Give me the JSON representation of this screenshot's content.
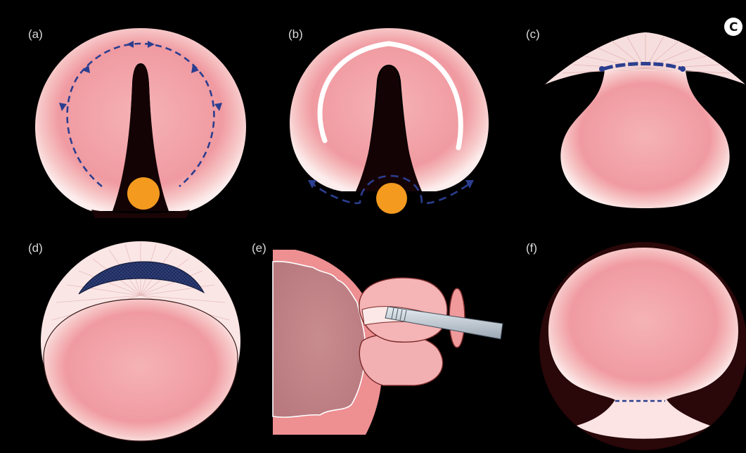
{
  "figure": {
    "badge": "C",
    "panels": [
      {
        "id": "a",
        "label": "(a)"
      },
      {
        "id": "b",
        "label": "(b)"
      },
      {
        "id": "c",
        "label": "(c)"
      },
      {
        "id": "d",
        "label": "(d)"
      },
      {
        "id": "e",
        "label": "(e)"
      },
      {
        "id": "f",
        "label": "(f)"
      }
    ],
    "colors": {
      "background": "#000000",
      "tissue_pink": "#f2a7ad",
      "tissue_light": "#fbe3e2",
      "suture_blue": "#2b3e8f",
      "nodule_orange": "#f39a1f",
      "instrument_gray": "#b9c4cd"
    }
  }
}
